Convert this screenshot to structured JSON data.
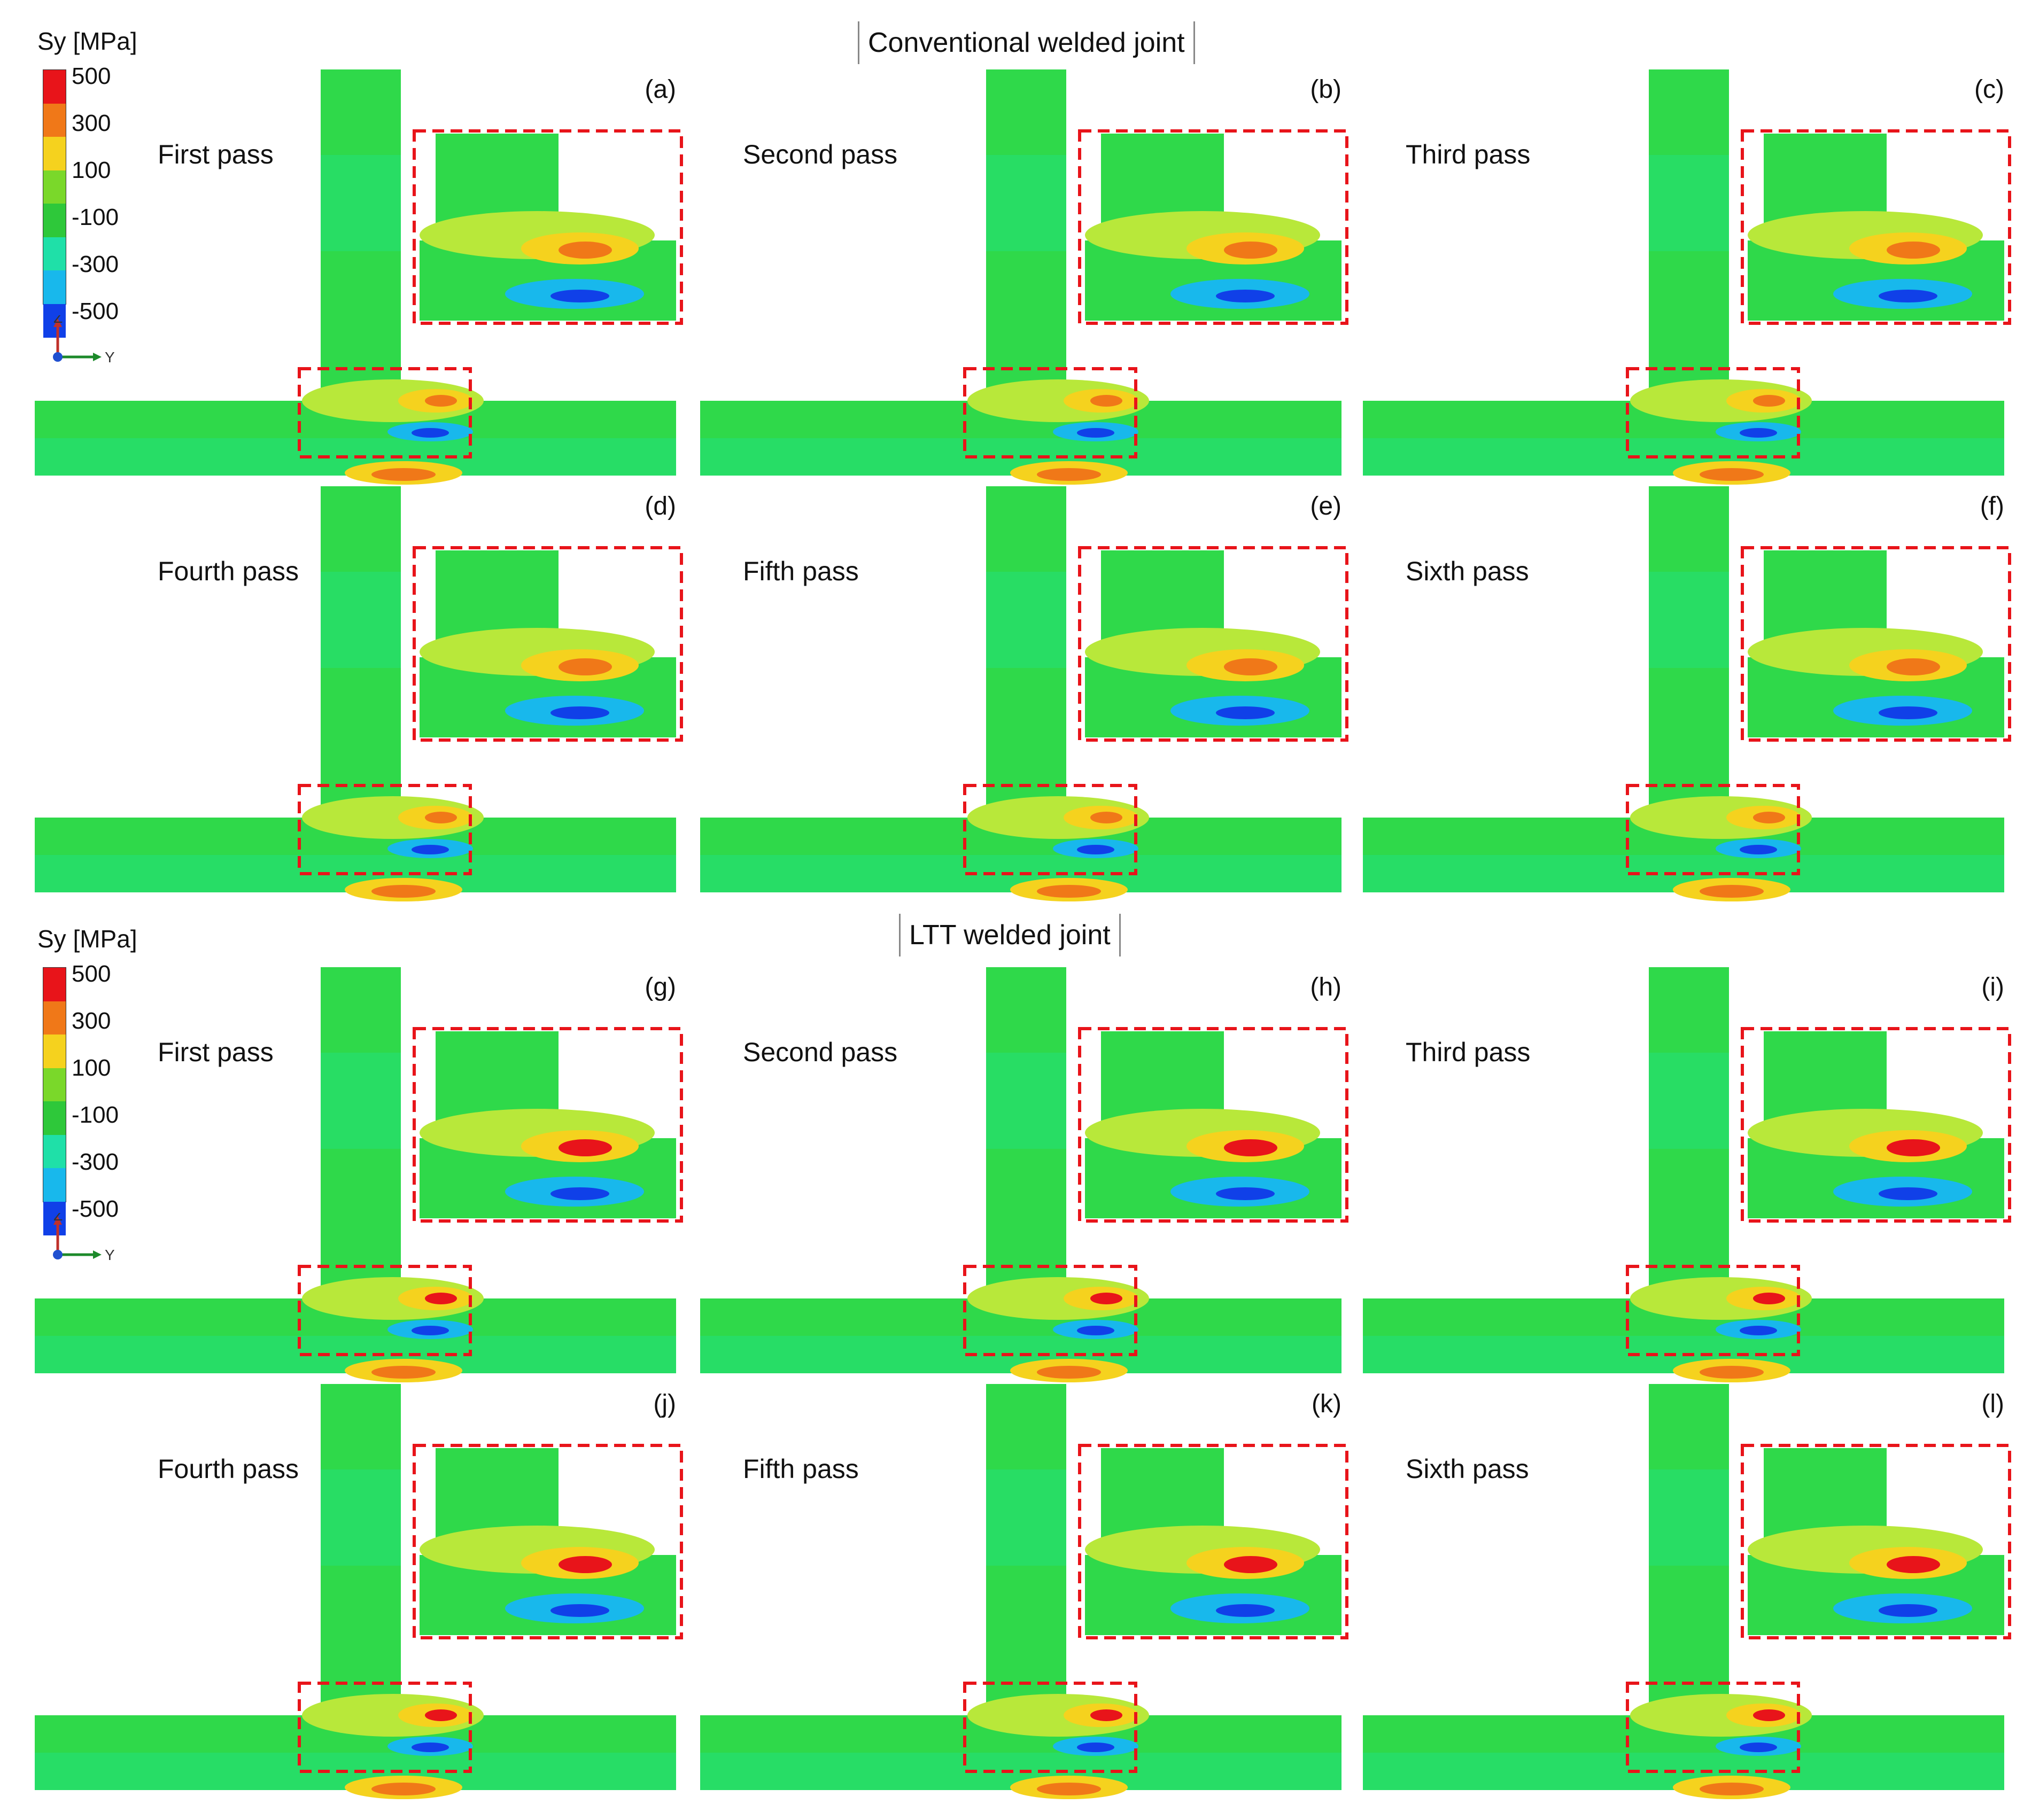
{
  "sections": [
    {
      "title": "Conventional welded joint"
    },
    {
      "title": "LTT welded joint"
    }
  ],
  "legend": {
    "label": "Sy [MPa]",
    "ticks": [
      "500",
      "300",
      "100",
      "-100",
      "-300",
      "-500"
    ],
    "colors": [
      "#e8141a",
      "#f07818",
      "#f5d21e",
      "#7ad82a",
      "#2ec83a",
      "#1fe0a8",
      "#18b8ec",
      "#1040e8"
    ],
    "axis_z": "Z",
    "axis_y": "Y"
  },
  "panels": [
    {
      "letter": "(a)",
      "pass": "First pass"
    },
    {
      "letter": "(b)",
      "pass": "Second pass"
    },
    {
      "letter": "(c)",
      "pass": "Third pass"
    },
    {
      "letter": "(d)",
      "pass": "Fourth pass"
    },
    {
      "letter": "(e)",
      "pass": "Fifth pass"
    },
    {
      "letter": "(f)",
      "pass": "Sixth pass"
    },
    {
      "letter": "(g)",
      "pass": "First pass"
    },
    {
      "letter": "(h)",
      "pass": "Second pass"
    },
    {
      "letter": "(i)",
      "pass": "Third pass"
    },
    {
      "letter": "(j)",
      "pass": "Fourth pass"
    },
    {
      "letter": "(k)",
      "pass": "Fifth pass"
    },
    {
      "letter": "(l)",
      "pass": "Sixth pass"
    }
  ]
}
